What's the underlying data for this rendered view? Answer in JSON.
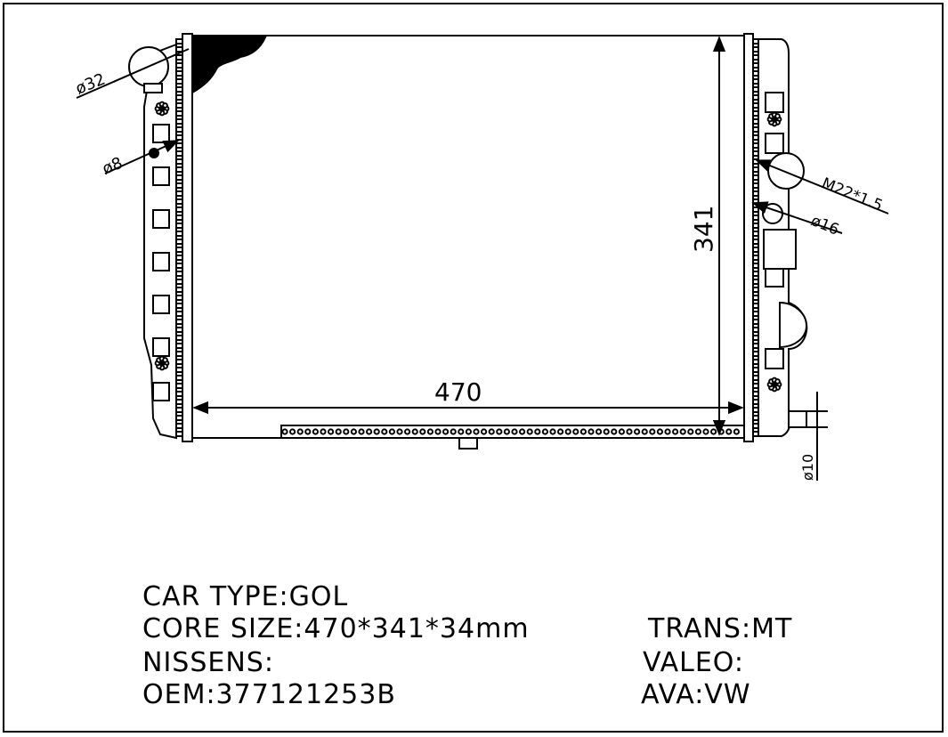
{
  "drawing": {
    "dim_width": "470",
    "dim_height": "341",
    "dia_inlet": "ø32",
    "dia_bleed": "ø8",
    "thread_label": "M22*1.5",
    "dia_outlet": "ø16",
    "dia_drain": "ø10"
  },
  "specs": {
    "car_type": "CAR TYPE:GOL",
    "core_size": "CORE SIZE:470*341*34mm",
    "trans": "TRANS:MT",
    "nissens": "NISSENS:",
    "valeo": "VALEO:",
    "oem": "OEM:377121253B",
    "ava": "AVA:VW"
  },
  "colors": {
    "line": "#000000",
    "background": "#ffffff"
  }
}
